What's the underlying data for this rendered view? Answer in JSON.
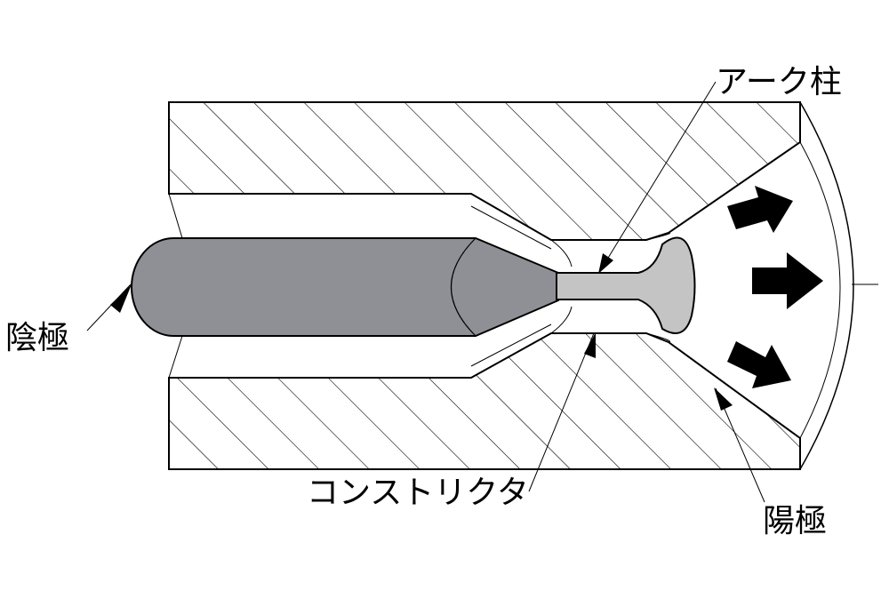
{
  "labels": {
    "arc_column": "アーク柱",
    "cathode": "陰極",
    "constrictor": "コンストリクタ",
    "anode": "陽極"
  },
  "colors": {
    "cathode_fill": "#8f9095",
    "arc_fill": "#c4c4c4",
    "outline": "#000000",
    "hatch": "#000000",
    "arrow": "#000000",
    "background": "#ffffff"
  }
}
